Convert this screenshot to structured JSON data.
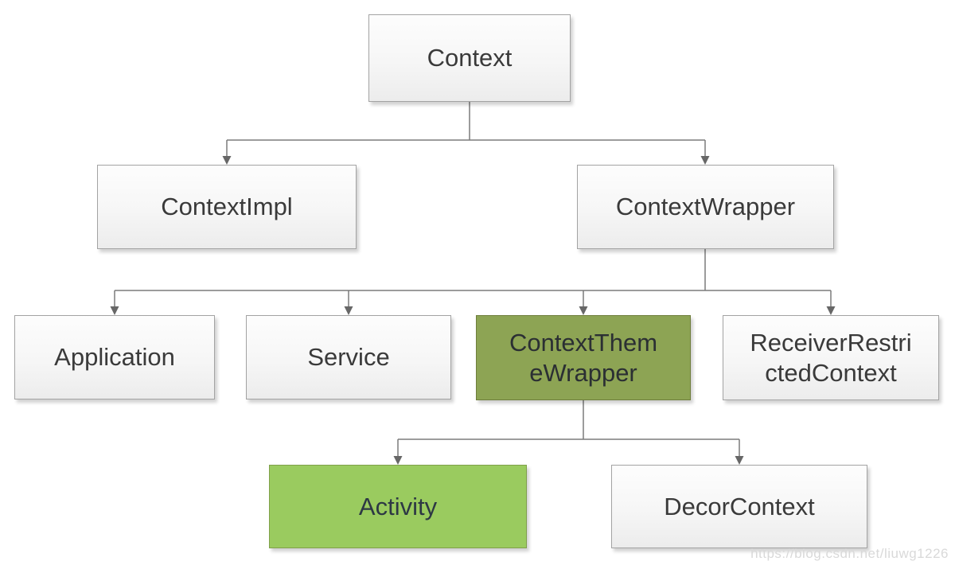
{
  "diagram": {
    "type": "class-hierarchy-tree",
    "nodes": {
      "context": {
        "label": "Context"
      },
      "contextImpl": {
        "label": "ContextImpl"
      },
      "contextWrapper": {
        "label": "ContextWrapper"
      },
      "application": {
        "label": "Application"
      },
      "service": {
        "label": "Service"
      },
      "contextThemeWrapper": {
        "label": "ContextThem\neWrapper",
        "highlight": "olive"
      },
      "receiverRestrictedContext": {
        "label": "ReceiverRestri\nctedContext"
      },
      "activity": {
        "label": "Activity",
        "highlight": "green"
      },
      "decorContext": {
        "label": "DecorContext"
      }
    },
    "edges": [
      {
        "from": "Context",
        "to": "ContextImpl"
      },
      {
        "from": "Context",
        "to": "ContextWrapper"
      },
      {
        "from": "ContextWrapper",
        "to": "Application"
      },
      {
        "from": "ContextWrapper",
        "to": "Service"
      },
      {
        "from": "ContextWrapper",
        "to": "ContextThemeWrapper"
      },
      {
        "from": "ContextWrapper",
        "to": "ReceiverRestrictedContext"
      },
      {
        "from": "ContextThemeWrapper",
        "to": "Activity"
      },
      {
        "from": "ContextThemeWrapper",
        "to": "DecorContext"
      }
    ],
    "colors": {
      "box_fill_top": "#fdfdfd",
      "box_fill_bottom": "#ececec",
      "box_border": "#a3a3a3",
      "olive_fill": "#8da454",
      "olive_border": "#6e7d3b",
      "green_fill": "#9acb5f",
      "green_border": "#7fa04b",
      "connector": "#7b7b7b",
      "arrowhead": "#676767",
      "text": "#3a3a3a"
    },
    "watermark": {
      "text": "https://blog.csdn.net/liuwg1226",
      "color": "#d9d9d9"
    }
  }
}
